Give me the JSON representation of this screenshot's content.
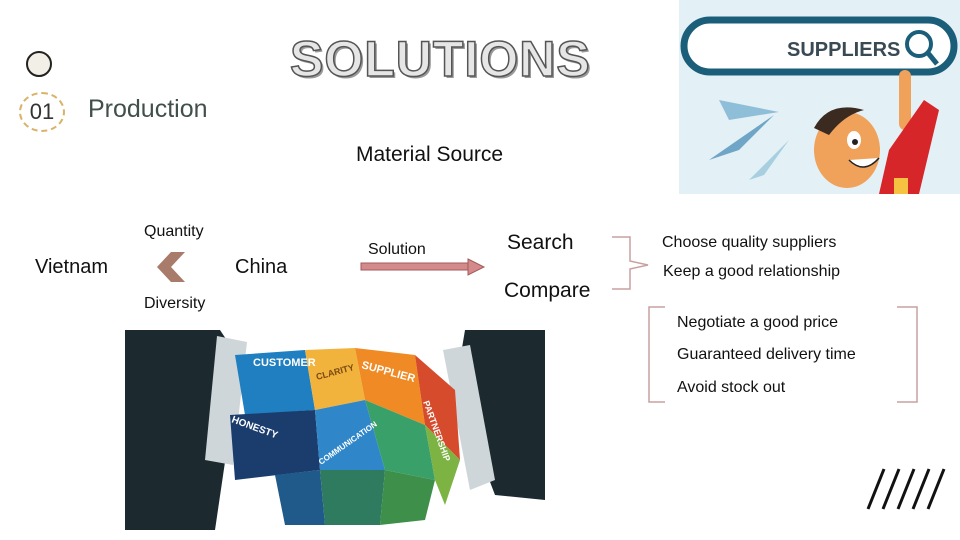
{
  "header": {
    "title": "SOLUTIONS"
  },
  "section": {
    "number": "01",
    "label": "Production"
  },
  "subtitle": "Material Source",
  "flow": {
    "origin": "Vietnam",
    "quantity": "Quantity",
    "diversity": "Diversity",
    "destination": "China",
    "solution": "Solution",
    "search": "Search",
    "compare": "Compare"
  },
  "search_results": [
    "Choose quality suppliers",
    "Keep a good relationship"
  ],
  "relationship_results": [
    "Negotiate a good price",
    "Guaranteed delivery time",
    "Avoid stock out"
  ],
  "images": {
    "suppliers_search": {
      "label": "SUPPLIERS"
    },
    "handshake": {
      "puzzle_labels": [
        "CUSTOMER",
        "CLARITY",
        "SUPPLIER",
        "PARTNERSHIP",
        "HONESTY",
        "COMMUNICATION"
      ]
    }
  },
  "colors": {
    "accent": "#d9b36a",
    "arrow": "#c97878",
    "chevron": "#a87b6a",
    "bracket": "#c9a0a0"
  }
}
